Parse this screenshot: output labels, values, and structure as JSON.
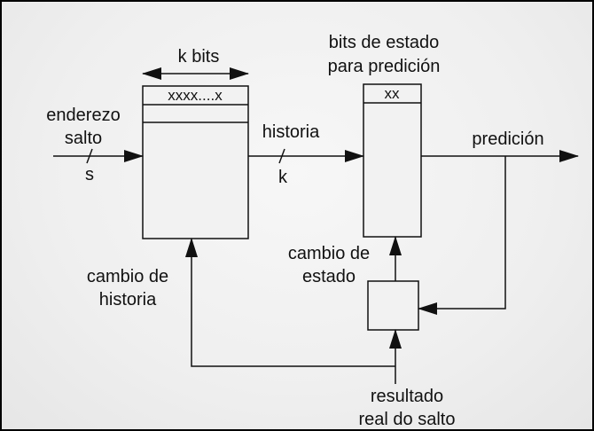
{
  "labels": {
    "k_bits": "k bits",
    "state_bits_line1": "bits de estado",
    "state_bits_line2": "para predición",
    "history_row": "xxxx....x",
    "state_row": "xx",
    "address_line1": "enderezo",
    "address_line2": "salto",
    "s": "s",
    "history": "historia",
    "k": "k",
    "prediction": "predición",
    "state_change_line1": "cambio de",
    "state_change_line2": "estado",
    "history_change_line1": "cambio de",
    "history_change_line2": "historia",
    "result_line1": "resultado",
    "result_line2": "real do salto"
  },
  "colors": {
    "line": "#111111",
    "box_fill": "#f2f2f2"
  }
}
